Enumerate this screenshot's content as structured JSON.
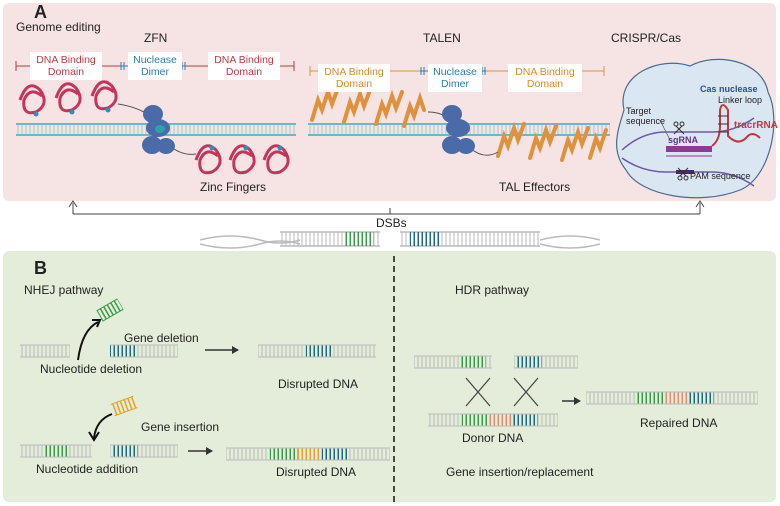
{
  "panel_a": {
    "letter": "A",
    "title": "Genome editing",
    "zfn": {
      "heading": "ZFN",
      "binding_left": "DNA Binding Domain",
      "nuclease": "Nuclease Dimer",
      "binding_right": "DNA Binding Domain",
      "caption": "Zinc Fingers"
    },
    "talen": {
      "heading": "TALEN",
      "binding_left": "DNA Binding Domain",
      "nuclease": "Nuclease Dimer",
      "binding_right": "DNA Binding Domain",
      "caption": "TAL Effectors"
    },
    "crispr": {
      "heading": "CRISPR/Cas",
      "cas_nuclease": "Cas nuclease",
      "linker_loop": "Linker loop",
      "target_sequence": "Target sequence",
      "sgrna": "sgRNA",
      "tracrrna": "tracrRNA",
      "pam_sequence": "PAM sequence"
    },
    "dsbs": "DSBs"
  },
  "panel_b": {
    "letter": "B",
    "nhej": {
      "heading": "NHEJ pathway",
      "gene_deletion": "Gene deletion",
      "nucleotide_deletion": "Nucleotide deletion",
      "disrupted_top": "Disrupted DNA",
      "gene_insertion": "Gene insertion",
      "nucleotide_addition": "Nucleotide addition",
      "disrupted_bottom": "Disrupted DNA"
    },
    "hdr": {
      "heading": "HDR pathway",
      "donor": "Donor DNA",
      "repaired": "Repaired DNA",
      "footer": "Gene insertion/replacement"
    }
  },
  "colors": {
    "panel_a_bg": "#f6e3e4",
    "panel_b_bg": "#e3edd9",
    "dna": "#8cc9d8",
    "zinc_finger": "#c7345a",
    "tal_effector": "#e0913c",
    "nuclease": "#4a6aa8",
    "green_cut": "#3a9a4a",
    "teal_cut": "#1f6a80",
    "orange_insert": "#e8a02a",
    "red_label": "#c0393f",
    "blue_label": "#2a7fb0"
  }
}
